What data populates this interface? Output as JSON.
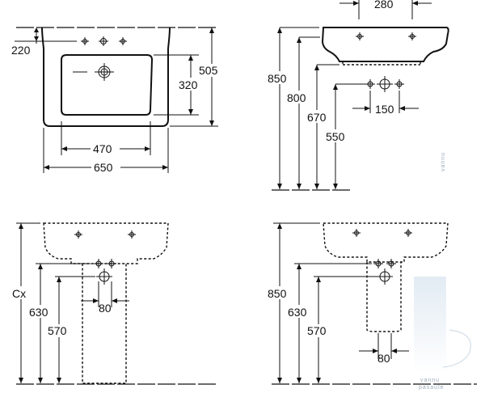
{
  "views": {
    "front": {
      "tap_hole_height": "220",
      "bowl_height": "320",
      "overall_depth": "505",
      "bowl_width": "470",
      "overall_width": "650"
    },
    "side": {
      "fixing_width": "280",
      "rim_height": "850",
      "mid_height": "800",
      "trap_height": "670",
      "pipe_spacing": "150",
      "drain_height": "550"
    },
    "pedestal_variable": {
      "rim_height": "Cx",
      "trap_height": "630",
      "drain_height": "570",
      "pipe_spacing": "80"
    },
    "pedestal_fixed": {
      "rim_height": "850",
      "trap_height": "630",
      "drain_height": "570",
      "pipe_spacing": "80"
    }
  },
  "watermark": {
    "line1": "vannu",
    "line2": "pasaule"
  },
  "colors": {
    "line": "#111111",
    "background": "#ffffff",
    "watermark": "#9aaab8"
  }
}
